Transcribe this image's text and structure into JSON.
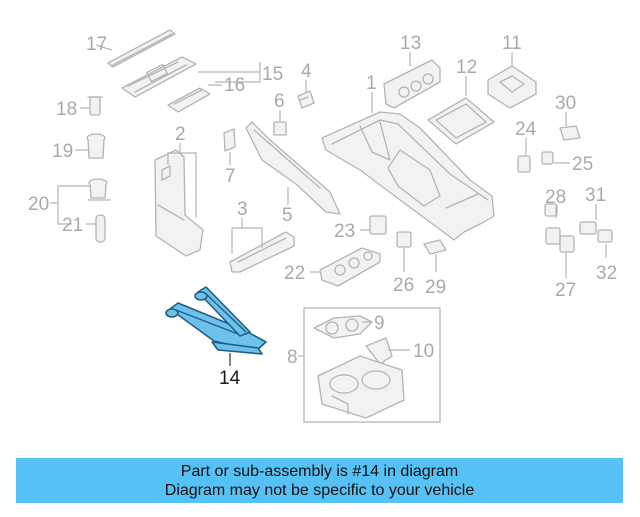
{
  "diagram": {
    "callouts": [
      "17",
      "15",
      "16",
      "18",
      "19",
      "20",
      "21",
      "2",
      "7",
      "4",
      "6",
      "3",
      "5",
      "1",
      "13",
      "12",
      "11",
      "30",
      "24",
      "25",
      "23",
      "22",
      "26",
      "29",
      "28",
      "31",
      "27",
      "32",
      "9",
      "10",
      "8",
      "14"
    ],
    "highlighted_callout": "14",
    "colors": {
      "banner": "#56c1f5",
      "highlight_fill": "#6ec1ea",
      "highlight_stroke": "#1f5f86",
      "line_art": "#b4b4b4",
      "callout_text": "#a9a9a9"
    }
  },
  "banner": {
    "line1": "Part or sub-assembly is #14 in diagram",
    "line2": "Diagram may not be specific to your vehicle"
  }
}
